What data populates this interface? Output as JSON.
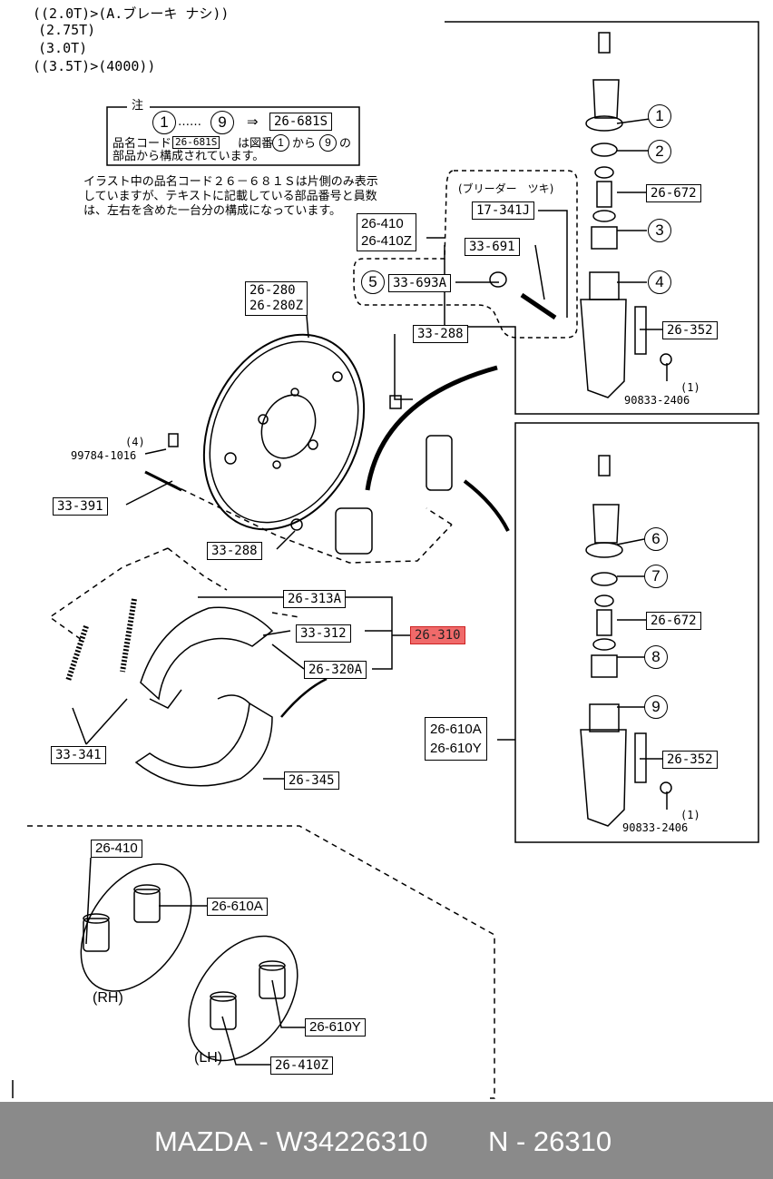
{
  "header_lines": [
    "((2.0T)>(A.ブレーキ ナシ))",
    "(2.75T)",
    "(3.0T)",
    "((3.5T)>(4000))"
  ],
  "note": {
    "title": "注",
    "range_from": "1",
    "range_sep": "……",
    "range_to": "9",
    "arrow": "⇒",
    "code": "26-681S",
    "line2_pre": "品名コード",
    "line2_code": "26-681S",
    "line2_mid": "は図番",
    "line2_from": "1",
    "line2_kara": "から",
    "line2_to": "9",
    "line2_post": "の",
    "line3": "部品から構成されています。"
  },
  "explanation": [
    "イラスト中の品名コード２６－６８１Ｓは片側のみ表示",
    "していますが、テキストに記載している部品番号と員数",
    "は、左右を含めた一台分の構成になっています。"
  ],
  "bleeder": {
    "caption": "(ブリーダー　ツキ)",
    "code": "17-341J"
  },
  "labels": {
    "l26410a": "26-410",
    "l26410b": "26-410Z",
    "l33691": "33-691",
    "c5": "5",
    "l33693a": "33-693A",
    "l26280a": "26-280",
    "l26280b": "26-280Z",
    "l33288a": "33-288",
    "l99784q": "(4)",
    "l99784": "99784-1016",
    "l33391": "33-391",
    "l33288b": "33-288",
    "l26313a": "26-313A",
    "l33312": "33-312",
    "l26310": "26-310",
    "l26320a": "26-320A",
    "l33341": "33-341",
    "l26345": "26-345",
    "c1": "1",
    "c2": "2",
    "c3": "3",
    "c4": "4",
    "l26672a": "26-672",
    "l26352a": "26-352",
    "q1a": "(1)",
    "l90833a": "90833-2406",
    "c6": "6",
    "c7": "7",
    "c8": "8",
    "c9": "9",
    "l26672b": "26-672",
    "l26610a": "26-610A",
    "l26610y": "26-610Y",
    "l26352b": "26-352",
    "q1b": "(1)",
    "l90833b": "90833-2406",
    "b26410": "26-410",
    "b26610a": "26-610A",
    "rh": "(RH)",
    "b26610y": "26-610Y",
    "lh": "(LH)",
    "b26410z": "26-410Z"
  },
  "highlight_color": "#f06a6a",
  "footer": {
    "brand": "MAZDA - W34226310",
    "number": "N - 26310"
  }
}
